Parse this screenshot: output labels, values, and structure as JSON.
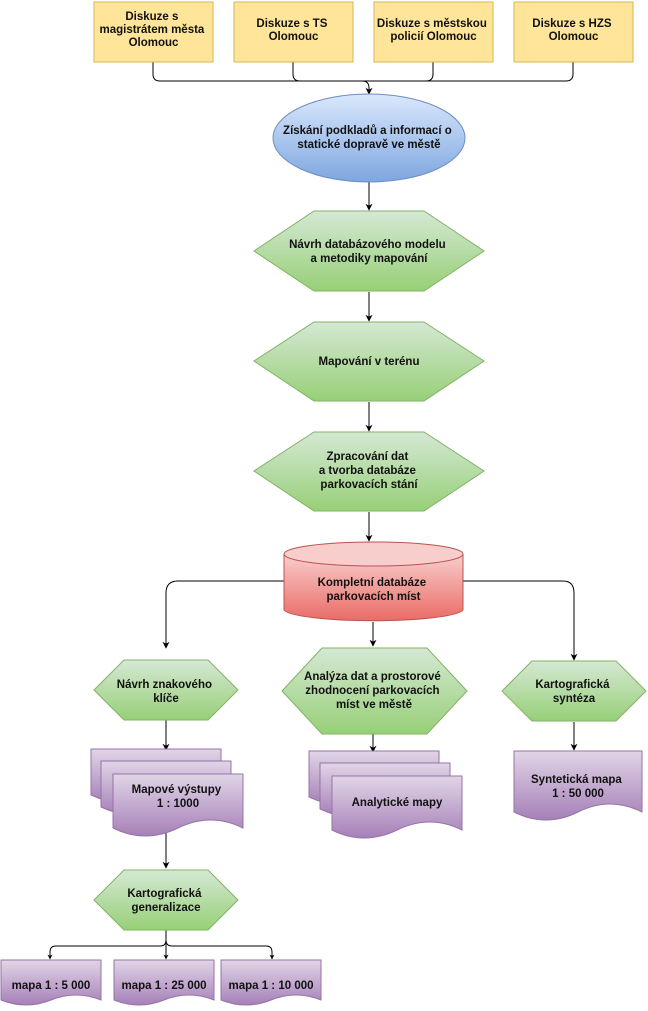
{
  "diagram": {
    "top_boxes": [
      {
        "lines": [
          "Diskuze s",
          "magistrátem města",
          "Olomouc"
        ]
      },
      {
        "lines": [
          "Diskuze s TS",
          "Olomouc"
        ]
      },
      {
        "lines": [
          "Diskuze s městskou",
          "policií Olomouc"
        ]
      },
      {
        "lines": [
          "Diskuze s HZS",
          "Olomouc"
        ]
      }
    ],
    "ellipse": {
      "lines": [
        "Získání podkladů a informací o",
        "statické dopravě ve městě"
      ]
    },
    "hex1": {
      "lines": [
        "Návrh databázového modelu",
        "a metodiky mapování"
      ]
    },
    "hex2": {
      "lines": [
        "Mapování v terénu"
      ]
    },
    "hex3": {
      "lines": [
        "Zpracování dat",
        "a tvorba databáze",
        "parkovacích stání"
      ]
    },
    "database": {
      "lines": [
        "Kompletní databáze",
        "parkovacích míst"
      ]
    },
    "branch_left": {
      "lines": [
        "Návrh znakového",
        "klíče"
      ]
    },
    "branch_mid": {
      "lines": [
        "Analýza dat a prostorové",
        "zhodnocení parkovacích",
        "míst ve městě"
      ]
    },
    "branch_right": {
      "lines": [
        "Kartografická",
        "syntéza"
      ]
    },
    "docs_left": {
      "lines": [
        "Mapové výstupy",
        "1 : 1000"
      ]
    },
    "docs_mid": {
      "lines": [
        "Analytické mapy"
      ]
    },
    "doc_right": {
      "lines": [
        "Syntetická mapa",
        "1 : 50 000"
      ]
    },
    "generalization": {
      "lines": [
        "Kartografická",
        "generalizace"
      ]
    },
    "outputs": [
      {
        "lines": [
          "mapa 1 : 5 000"
        ]
      },
      {
        "lines": [
          "mapa 1 : 25 000"
        ]
      },
      {
        "lines": [
          "mapa 1 : 10 000"
        ]
      }
    ],
    "colors": {
      "yellow_fill": "#ffe599",
      "yellow_stroke": "#d6b656",
      "blue_top": "#dae8fc",
      "blue_bottom": "#7ea6e0",
      "blue_stroke": "#6c8ebf",
      "green_top": "#d5e8d4",
      "green_bottom": "#97d077",
      "green_stroke": "#82b366",
      "red_top": "#f8cecc",
      "red_bottom": "#ea6b66",
      "red_stroke": "#b85450",
      "purple_top": "#e1d5e7",
      "purple_bottom": "#a680b8",
      "purple_stroke": "#9673a6"
    }
  }
}
